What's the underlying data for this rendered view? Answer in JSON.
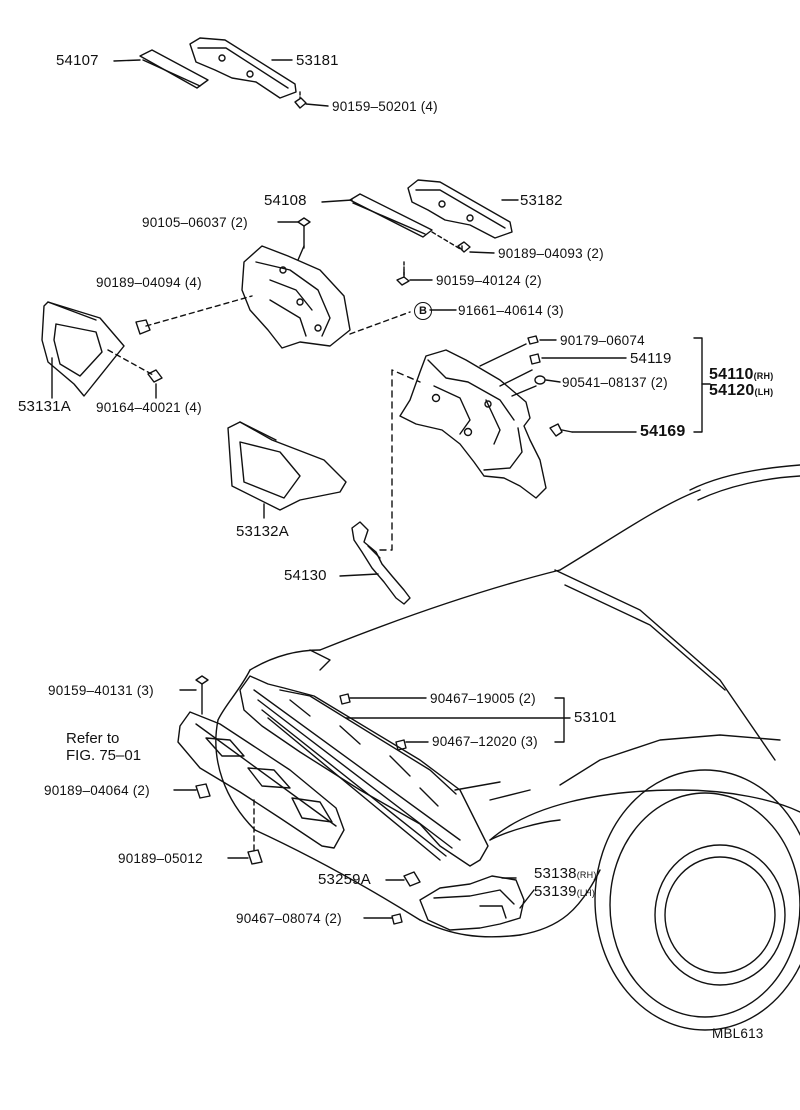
{
  "diagram_code": "MBL613",
  "refer": {
    "line1": "Refer to",
    "line2": "FIG. 75–01"
  },
  "marker_b": "B",
  "parts": {
    "p54107": "54107",
    "p53181": "53181",
    "p90159_50201": "90159–50201 (4)",
    "p54108": "54108",
    "p53182": "53182",
    "p90105_06037": "90105–06037 (2)",
    "p90189_04093": "90189–04093 (2)",
    "p90159_40124": "90159–40124 (2)",
    "p90189_04094": "90189–04094 (4)",
    "p91661_40614": "91661–40614 (3)",
    "p53131A": "53131A",
    "p90164_40021": "90164–40021 (4)",
    "p90179_06074": "90179–06074",
    "p54119": "54119",
    "p90541_08137": "90541–08137 (2)",
    "p54110": "54110",
    "p54110_side": "(RH)",
    "p54120": "54120",
    "p54120_side": "(LH)",
    "p54169": "54169",
    "p53132A": "53132A",
    "p54130": "54130",
    "p90159_40131": "90159–40131 (3)",
    "p90467_19005": "90467–19005 (2)",
    "p53101": "53101",
    "p90467_12020": "90467–12020 (3)",
    "p90189_04064": "90189–04064 (2)",
    "p90189_05012": "90189–05012",
    "p53138": "53138",
    "p53138_side": "(RH)",
    "p53259A": "53259A",
    "p53139": "53139",
    "p53139_side": "(LH)",
    "p90467_08074": "90467–08074 (2)"
  }
}
